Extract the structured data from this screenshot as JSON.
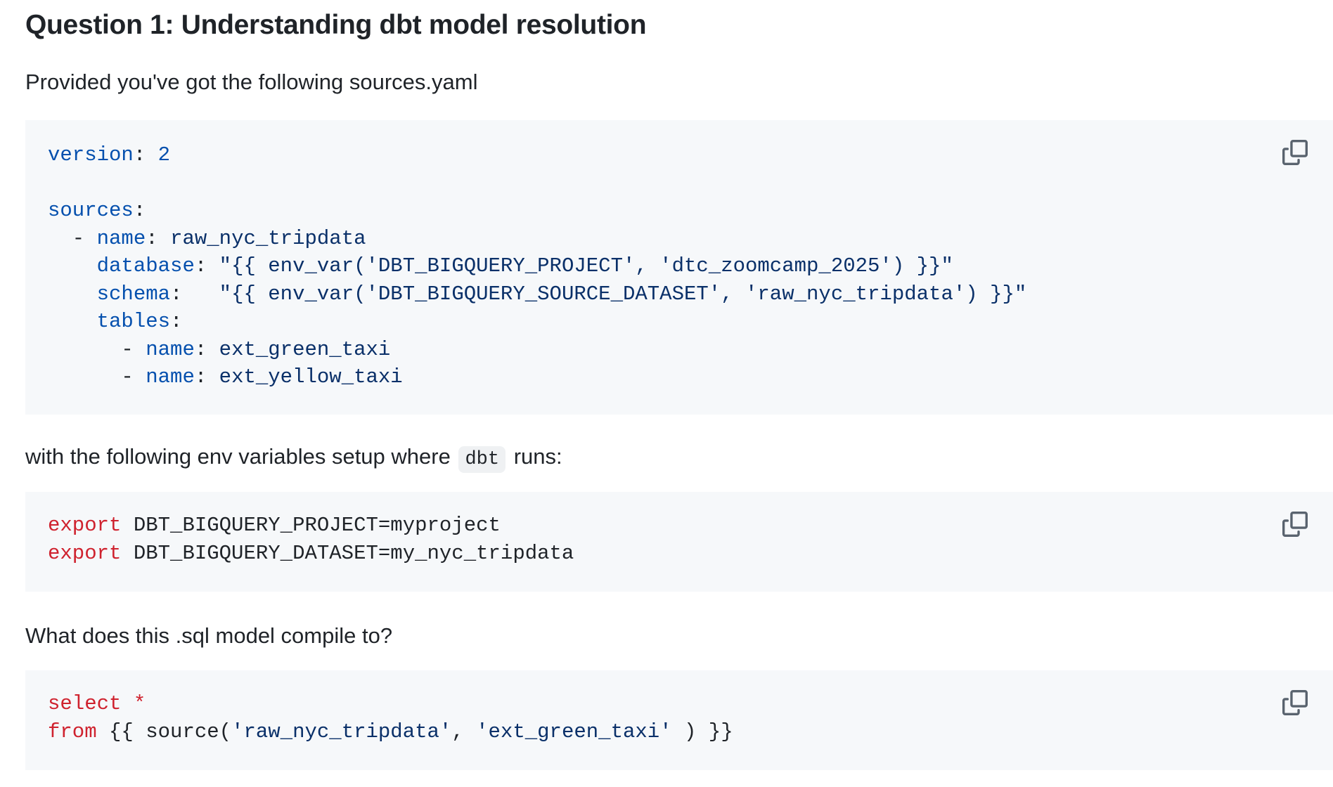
{
  "heading": "Question 1: Understanding dbt model resolution",
  "intro_text": "Provided you've got the following sources.yaml",
  "env_text_before": "with the following env variables setup where",
  "env_inline_code": "dbt",
  "env_text_after": "runs:",
  "question_text": "What does this .sql model compile to?",
  "copy_icon": "copy-icon",
  "yaml_block": {
    "version_key": "version",
    "version_value": "2",
    "sources_key": "sources",
    "name_key": "name",
    "source_name": "raw_nyc_tripdata",
    "database_key": "database",
    "database_value": "\"{{ env_var('DBT_BIGQUERY_PROJECT', 'dtc_zoomcamp_2025') }}\"",
    "schema_key": "schema",
    "schema_value": "\"{{ env_var('DBT_BIGQUERY_SOURCE_DATASET', 'raw_nyc_tripdata') }}\"",
    "tables_key": "tables",
    "table1": "ext_green_taxi",
    "table2": "ext_yellow_taxi"
  },
  "bash_block": {
    "keyword": "export",
    "line1": "DBT_BIGQUERY_PROJECT=myproject",
    "line2": "DBT_BIGQUERY_DATASET=my_nyc_tripdata"
  },
  "sql_block": {
    "select_kw": "select",
    "star": "*",
    "from_kw": "from",
    "open": "{{ source(",
    "arg1": "'raw_nyc_tripdata'",
    "comma": ", ",
    "arg2": "'ext_green_taxi'",
    "close": " ) }}"
  }
}
